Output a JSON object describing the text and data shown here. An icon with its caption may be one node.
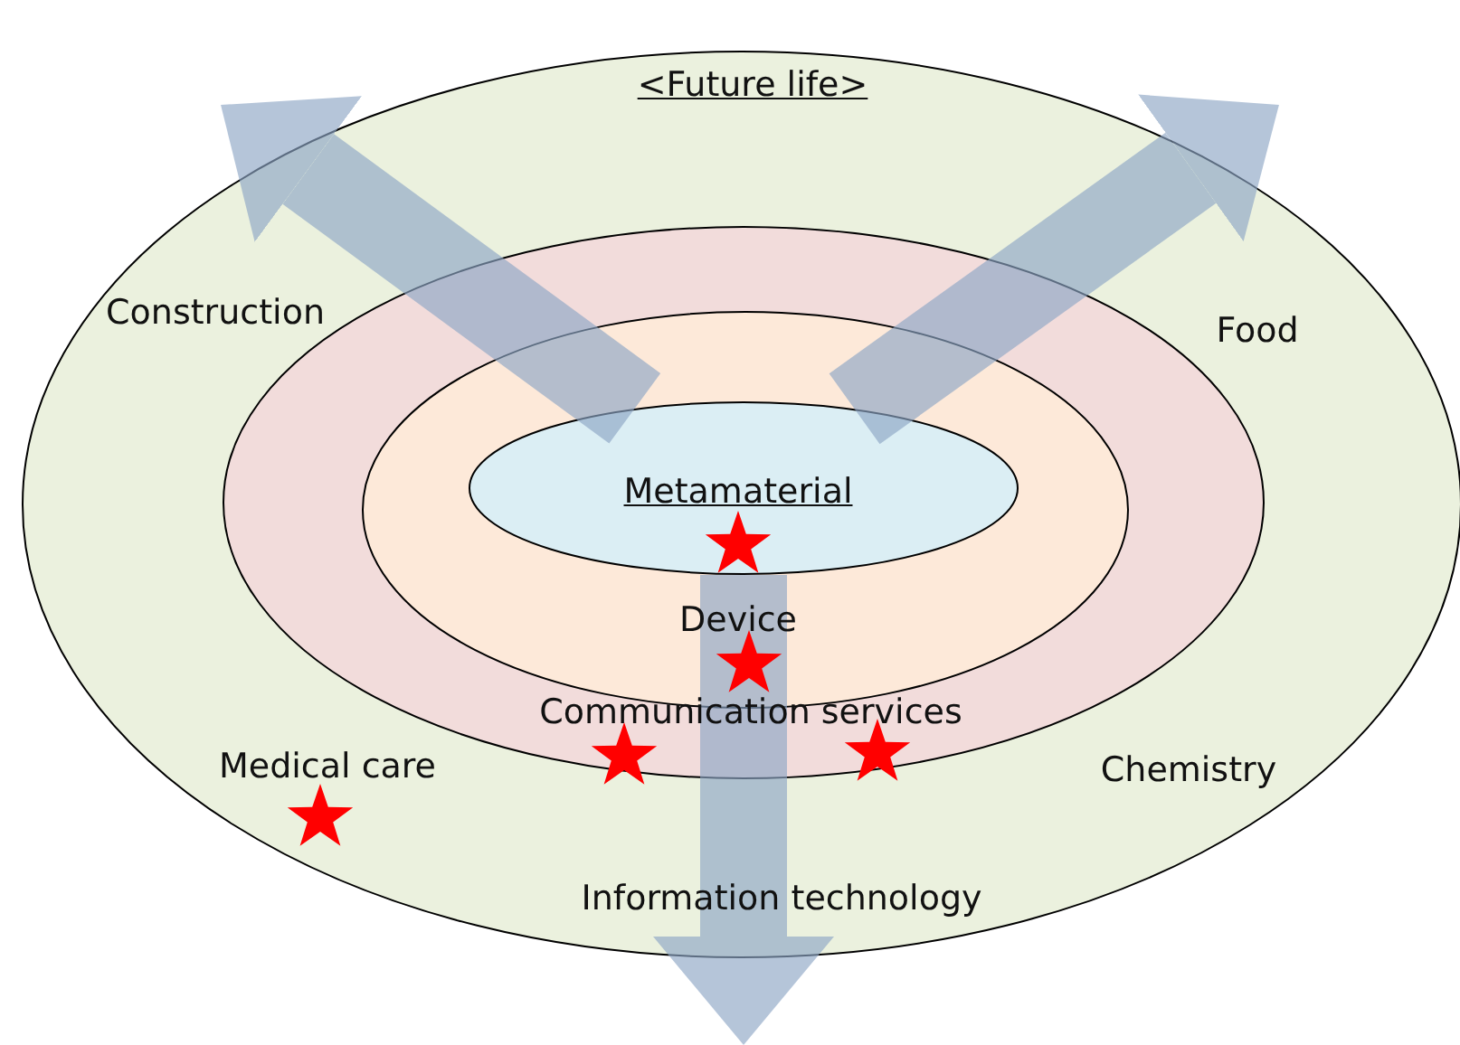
{
  "diagram": {
    "nodes": [
      {
        "text": [
          "<Future life>"
        ]
      },
      {
        "text": [
          "Communication services"
        ],
        "in": 0
      },
      {
        "text": [
          "Device"
        ],
        "in": 1
      },
      {
        "text": [
          "Metamaterial"
        ],
        "in": 2
      },
      {
        "text": [
          "Information technology"
        ],
        "in": 0
      }
    ],
    "edges": [
      {
        "from": 3,
        "to": null,
        "arrow": "to"
      },
      {
        "from": 3,
        "to": null,
        "arrow": "to"
      },
      {
        "from": 3,
        "to": 4,
        "arrow": "to"
      }
    ],
    "labels": [
      "Construction",
      "Food",
      "Medical care",
      "Chemistry"
    ]
  }
}
